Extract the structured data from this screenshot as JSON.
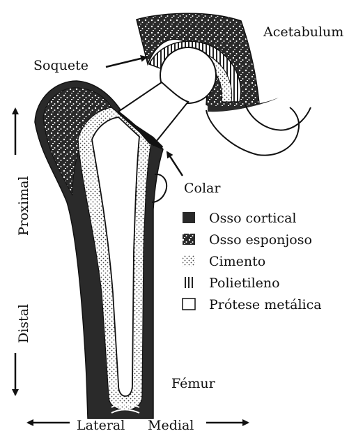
{
  "labels": {
    "acetabulum": "Acetabulum",
    "soquete": "Soquete",
    "colar": "Colar",
    "femur": "Fémur",
    "proximal": "Proximal",
    "distal": "Distal",
    "lateral": "Lateral",
    "medial": "Medial"
  },
  "legend": [
    {
      "key": "cortical",
      "label": "Osso cortical"
    },
    {
      "key": "esponjoso",
      "label": "Osso esponjoso"
    },
    {
      "key": "cimento",
      "label": "Cimento"
    },
    {
      "key": "polietileno",
      "label": "Polietileno"
    },
    {
      "key": "protese",
      "label": "Prótese metálica"
    }
  ],
  "colors": {
    "ink": "#111111",
    "cortical": "#2a2a2a",
    "spongy_dots": "#ffffff",
    "cement_dots": "#444444",
    "background": "#ffffff"
  }
}
